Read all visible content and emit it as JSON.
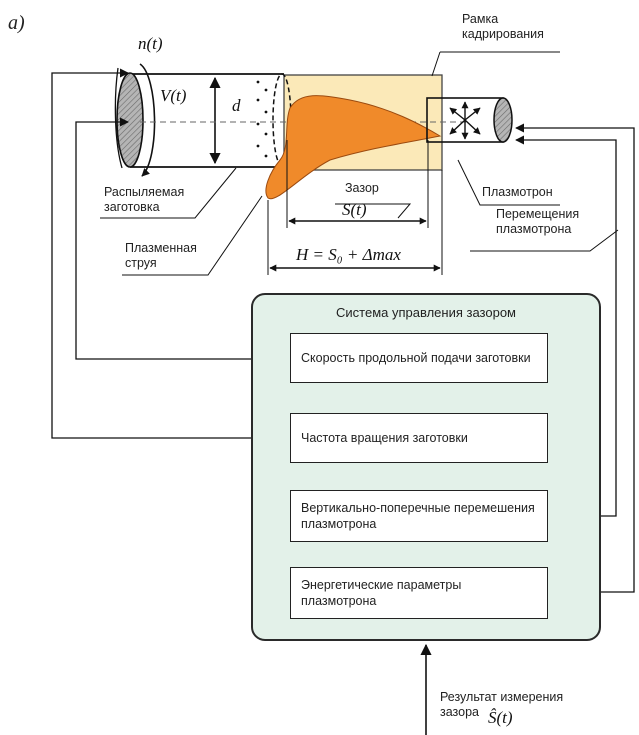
{
  "panel_label": "а)",
  "labels": {
    "n_t": "n(t)",
    "v_t": "V(t)",
    "d": "d",
    "frame": "Рамка\nкадрирования",
    "workpiece": "Распыляемая\nзаготовка",
    "plasma_jet": "Плазменная\nструя",
    "gap": "Зазор",
    "s_t": "S(t)",
    "h_formula": "H = S₀ + Δmax",
    "plasmatron": "Плазмотрон",
    "plasmatron_moves": "Перемещения\nплазмотрона",
    "measurement": "Результат измерения\nзазора",
    "s_hat": "Ŝ(t)"
  },
  "system": {
    "title": "Система управления зазором",
    "items": [
      "Скорость продольной подачи заготовки",
      "Частота вращения заготовки",
      "Вертикально-поперечные перемешения плазмотрона",
      "Энергетические параметры плазмотрона"
    ]
  },
  "colors": {
    "jet": "#f08a2a",
    "frame_fill": "#fbe9b8",
    "system_fill": "#e3f1e9",
    "disc": "#9a9a9a"
  }
}
